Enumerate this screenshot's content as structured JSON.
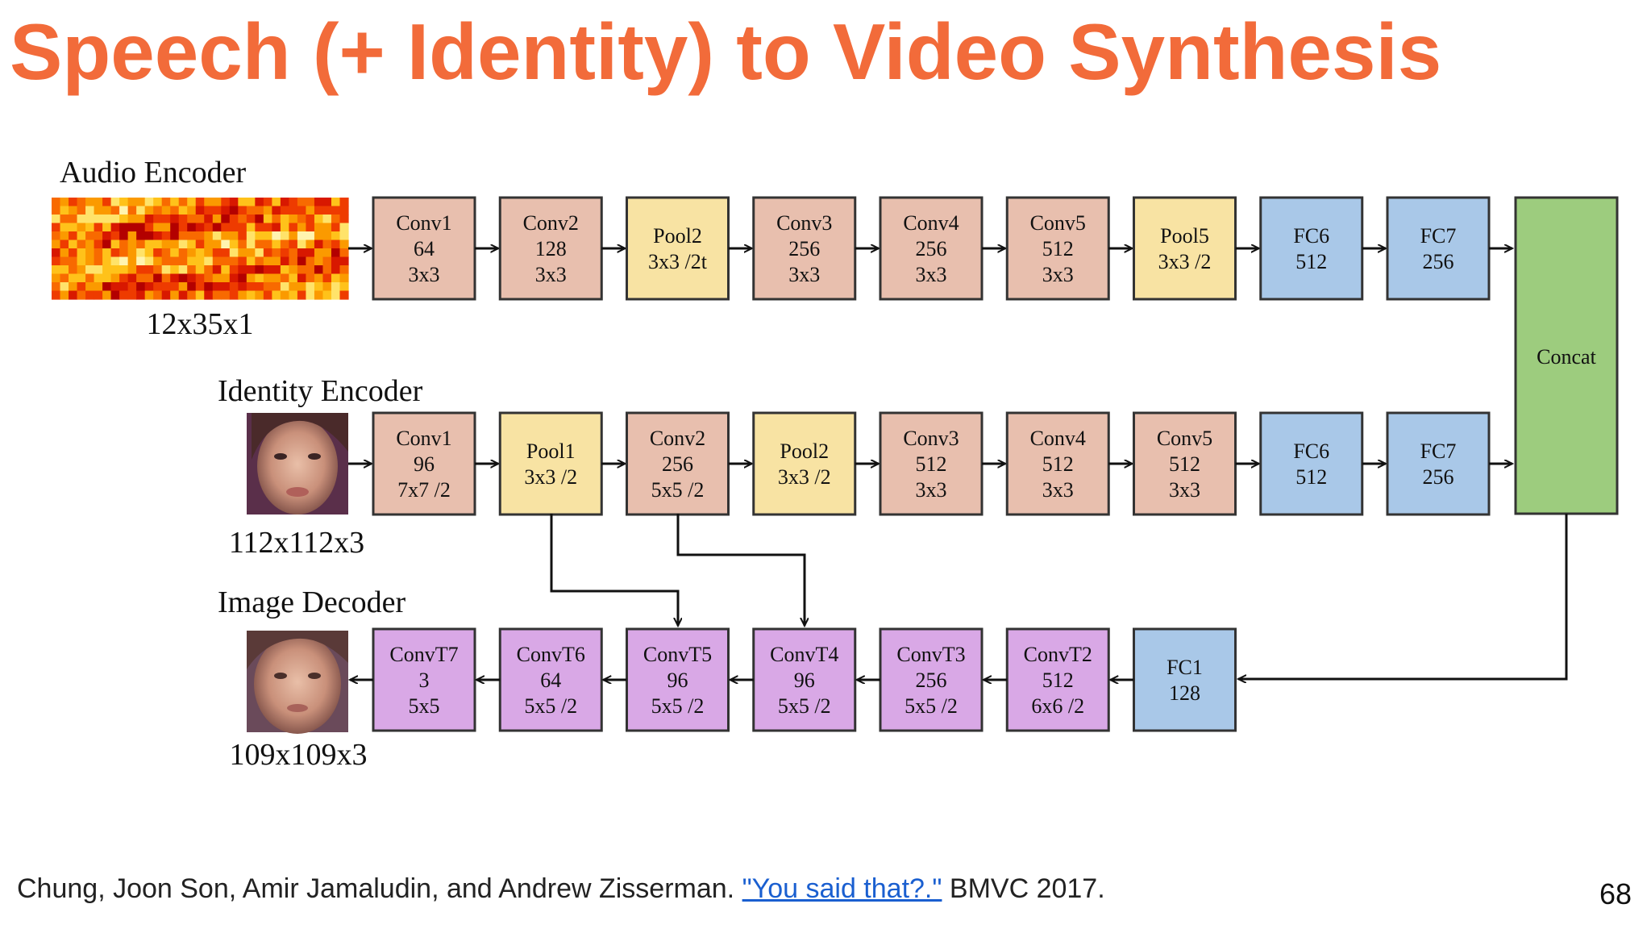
{
  "title": "Speech (+ Identity) to Video Synthesis",
  "colors": {
    "title": "#f26b3a",
    "conv": "#e8bfae",
    "pool": "#f8e3a3",
    "fc": "#a9c8e8",
    "deconv": "#d9a8e6",
    "concat": "#9dcc7e"
  },
  "audio_encoder": {
    "label": "Audio Encoder",
    "input_size": "12x35x1",
    "layers": [
      {
        "type": "conv",
        "lines": [
          "Conv1",
          "64",
          "3x3"
        ]
      },
      {
        "type": "conv",
        "lines": [
          "Conv2",
          "128",
          "3x3"
        ]
      },
      {
        "type": "pool",
        "lines": [
          "Pool2",
          "3x3 /2t"
        ]
      },
      {
        "type": "conv",
        "lines": [
          "Conv3",
          "256",
          "3x3"
        ]
      },
      {
        "type": "conv",
        "lines": [
          "Conv4",
          "256",
          "3x3"
        ]
      },
      {
        "type": "conv",
        "lines": [
          "Conv5",
          "512",
          "3x3"
        ]
      },
      {
        "type": "pool",
        "lines": [
          "Pool5",
          "3x3 /2"
        ]
      },
      {
        "type": "fc",
        "lines": [
          "FC6",
          "512"
        ]
      },
      {
        "type": "fc",
        "lines": [
          "FC7",
          "256"
        ]
      }
    ]
  },
  "identity_encoder": {
    "label": "Identity Encoder",
    "input_size": "112x112x3",
    "layers": [
      {
        "type": "conv",
        "lines": [
          "Conv1",
          "96",
          "7x7 /2"
        ]
      },
      {
        "type": "pool",
        "lines": [
          "Pool1",
          "3x3 /2"
        ]
      },
      {
        "type": "conv",
        "lines": [
          "Conv2",
          "256",
          "5x5 /2"
        ]
      },
      {
        "type": "pool",
        "lines": [
          "Pool2",
          "3x3 /2"
        ]
      },
      {
        "type": "conv",
        "lines": [
          "Conv3",
          "512",
          "3x3"
        ]
      },
      {
        "type": "conv",
        "lines": [
          "Conv4",
          "512",
          "3x3"
        ]
      },
      {
        "type": "conv",
        "lines": [
          "Conv5",
          "512",
          "3x3"
        ]
      },
      {
        "type": "fc",
        "lines": [
          "FC6",
          "512"
        ]
      },
      {
        "type": "fc",
        "lines": [
          "FC7",
          "256"
        ]
      }
    ]
  },
  "concat_label": "Concat",
  "image_decoder": {
    "label": "Image Decoder",
    "output_size": "109x109x3",
    "layers": [
      {
        "type": "deconv",
        "lines": [
          "ConvT7",
          "3",
          "5x5"
        ]
      },
      {
        "type": "deconv",
        "lines": [
          "ConvT6",
          "64",
          "5x5 /2"
        ]
      },
      {
        "type": "deconv",
        "lines": [
          "ConvT5",
          "96",
          "5x5 /2"
        ]
      },
      {
        "type": "deconv",
        "lines": [
          "ConvT4",
          "96",
          "5x5 /2"
        ]
      },
      {
        "type": "deconv",
        "lines": [
          "ConvT3",
          "256",
          "5x5 /2"
        ]
      },
      {
        "type": "deconv",
        "lines": [
          "ConvT2",
          "512",
          "6x6 /2"
        ]
      },
      {
        "type": "fc",
        "lines": [
          "FC1",
          "128"
        ]
      }
    ]
  },
  "footer": {
    "authors": "Chung, Joon Son, Amir Jamaludin, and Andrew Zisserman.",
    "paper_link": "\"You said that?.\"",
    "venue": "BMVC 2017."
  },
  "page_number": "68"
}
